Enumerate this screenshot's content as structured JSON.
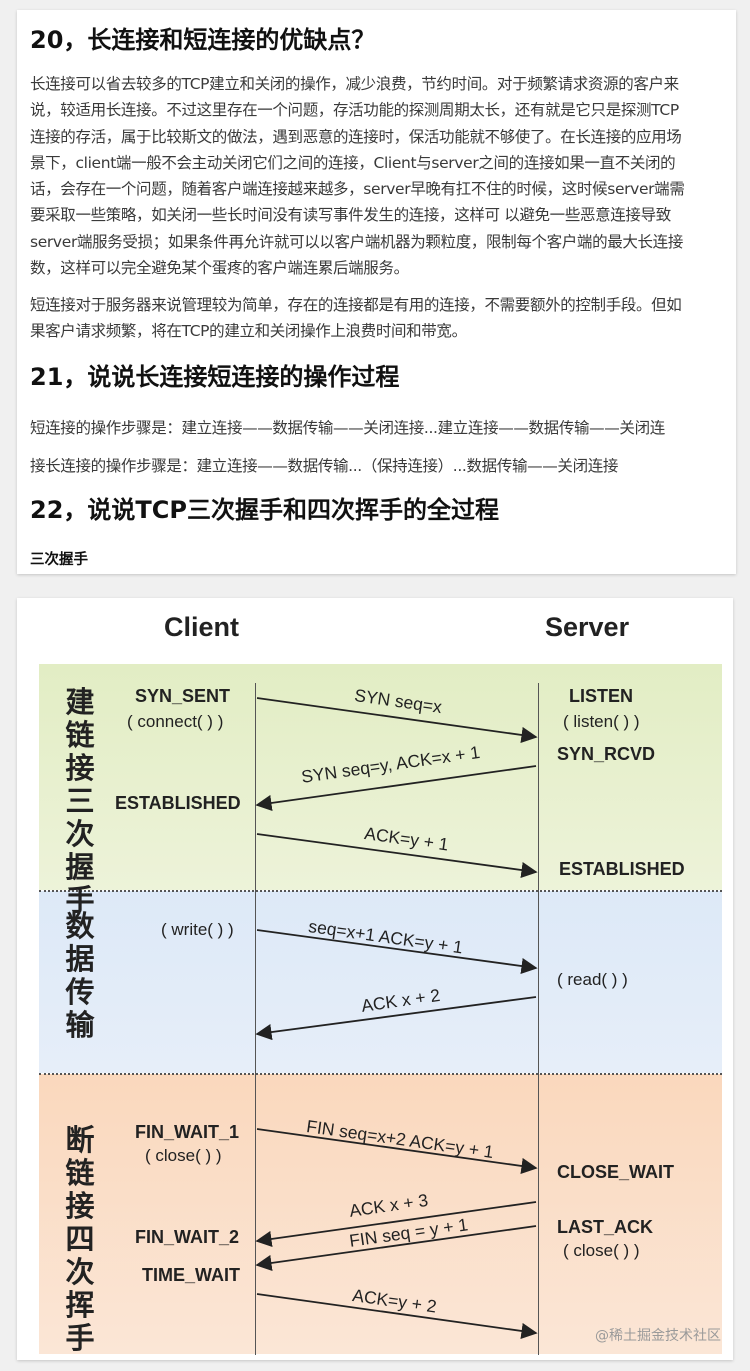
{
  "article": {
    "q20": {
      "heading": "20，长连接和短连接的优缺点？",
      "para1_lines": [
        "长连接可以省去较多的TCP建立和关闭的操作，减少浪费，节约时间。对于频繁请求资源的客户来",
        "说，较适用长连接。不过这里存在一个问题，存活功能的探测周期太长，还有就是它只是探测TCP",
        "连接的存活，属于比较斯文的做法，遇到恶意的连接时，保活功能就不够使了。在长连接的应用场",
        "景下，client端一般不会主动关闭它们之间的连接，Client与server之间的连接如果一直不关闭的",
        "话，会存在一个问题，随着客户端连接越来越多，server早晚有扛不住的时候，这时候server端需",
        "要采取一些策略，如关闭一些长时间没有读写事件发生的连接，这样可 以避免一些恶意连接导致",
        "server端服务受损；如果条件再允许就可以以客户端机器为颗粒度，限制每个客户端的最大长连接",
        "数，这样可以完全避免某个蛋疼的客户端连累后端服务。"
      ],
      "para2_lines": [
        "短连接对于服务器来说管理较为简单，存在的连接都是有用的连接，不需要额外的控制手段。但如",
        "果客户请求频繁，将在TCP的建立和关闭操作上浪费时间和带宽。"
      ]
    },
    "q21": {
      "heading": "21，说说长连接短连接的操作过程",
      "short_steps": "短连接的操作步骤是：建立连接——数据传输——关闭连接...建立连接——数据传输——关闭连",
      "long_steps": "接长连接的操作步骤是：建立连接——数据传输...（保持连接）...数据传输——关闭连接"
    },
    "q22": {
      "heading": "22，说说TCP三次握手和四次挥手的全过程",
      "subheading": "三次握手"
    }
  },
  "diagram": {
    "client_title": "Client",
    "server_title": "Server",
    "phases": {
      "connect": "建链接三次握手",
      "data": "数据传输",
      "close": "断链接四次挥手"
    },
    "client_labels": {
      "syn_sent": "SYN_SENT",
      "connect_call": "( connect( ) )",
      "established": "ESTABLISHED",
      "write_call": "( write( ) )",
      "fin_wait_1": "FIN_WAIT_1",
      "close_call": "( close( ) )",
      "fin_wait_2": "FIN_WAIT_2",
      "time_wait": "TIME_WAIT"
    },
    "server_labels": {
      "listen": "LISTEN",
      "listen_call": "( listen( ) )",
      "syn_rcvd": "SYN_RCVD",
      "established": "ESTABLISHED",
      "read_call": "( read( ) )",
      "close_wait": "CLOSE_WAIT",
      "last_ack": "LAST_ACK",
      "close_call": "( close( ) )"
    },
    "messages": {
      "m1": "SYN seq=x",
      "m2": "SYN seq=y, ACK=x + 1",
      "m3": "ACK=y + 1",
      "m4": "seq=x+1 ACK=y + 1",
      "m5": "ACK x + 2",
      "m6": "FIN seq=x+2 ACK=y + 1",
      "m7": "ACK x + 3",
      "m8": "FIN seq = y + 1",
      "m9": "ACK=y + 2"
    },
    "watermark": "@稀土掘金技术社区"
  }
}
